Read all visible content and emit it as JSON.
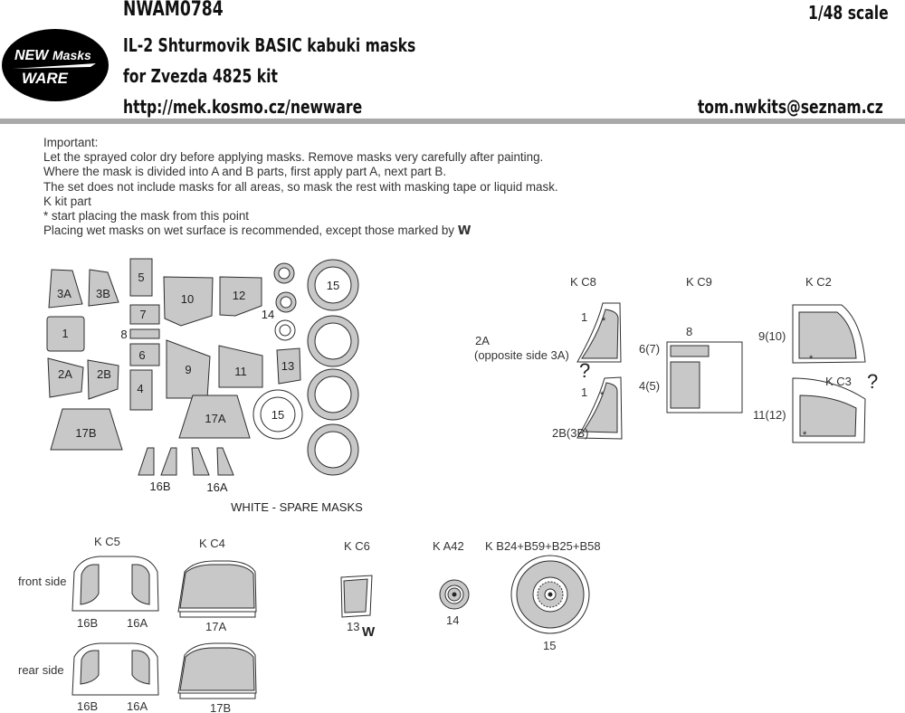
{
  "header": {
    "code": "NWAM0784",
    "scale": "1/48 scale",
    "title": "IL-2 Shturmovik BASIC kabuki masks",
    "kit": "for Zvezda 4825 kit",
    "url": "http://mek.kosmo.cz/newware",
    "email": "tom.nwkits@seznam.cz"
  },
  "logo": {
    "line1": "NEW",
    "line1b": "Masks",
    "line2": "WARE"
  },
  "important": {
    "heading": "Important:",
    "lines": [
      "Let the sprayed color dry before applying masks. Remove masks very carefully after painting.",
      "Where the mask is divided into A and B parts, first apply part A, next part B.",
      "The set does not include masks for all areas, so mask the rest with masking tape or liquid mask.",
      "K kit part",
      "*  start placing the mask from this point",
      "Placing wet masks on wet surface is recommended, except those marked by"
    ],
    "w_mark": "W"
  },
  "sheet": {
    "labels": {
      "m3a": "3A",
      "m3b": "3B",
      "m5": "5",
      "m10": "10",
      "m12": "12",
      "m15a": "15",
      "m1": "1",
      "m7": "7",
      "m14": "14",
      "m8": "8",
      "m6": "6",
      "m9": "9",
      "m11": "11",
      "m13": "13",
      "m2a": "2A",
      "m2b": "2B",
      "m4": "4",
      "m17b": "17B",
      "m17a": "17A",
      "m15b": "15",
      "m16b": "16B",
      "m16a": "16A"
    },
    "spare_note": "WHITE - SPARE MASKS"
  },
  "placement": {
    "kc8": "K C8",
    "kc9": "K C9",
    "kc2": "K C2",
    "kc3": "K C3",
    "p2a": "2A",
    "p2a_note": "(opposite side 3A)",
    "p2b": "2B(3B)",
    "one_a": "1",
    "one_b": "1",
    "eight": "8",
    "six7": "6(7)",
    "four5": "4(5)",
    "nine10": "9(10)",
    "eleven12": "11(12)",
    "q": "?",
    "star": "*",
    "kc5": "K C5",
    "kc4": "K C4",
    "kc6": "K C6",
    "ka42": "K A42",
    "kb": "K B24+B59+B25+B58",
    "front_side": "front side",
    "rear_side": "rear side",
    "f16b": "16B",
    "f16a": "16A",
    "f17a": "17A",
    "r16b": "16B",
    "r16a": "16A",
    "r17b": "17B",
    "c6_13": "13",
    "w": "W",
    "a42_14": "14",
    "kb_15": "15"
  },
  "colors": {
    "mask_fill": "#c8c8c8",
    "outline": "#2d2d2d",
    "rule": "#a9a9a9",
    "logo": "#000000"
  }
}
